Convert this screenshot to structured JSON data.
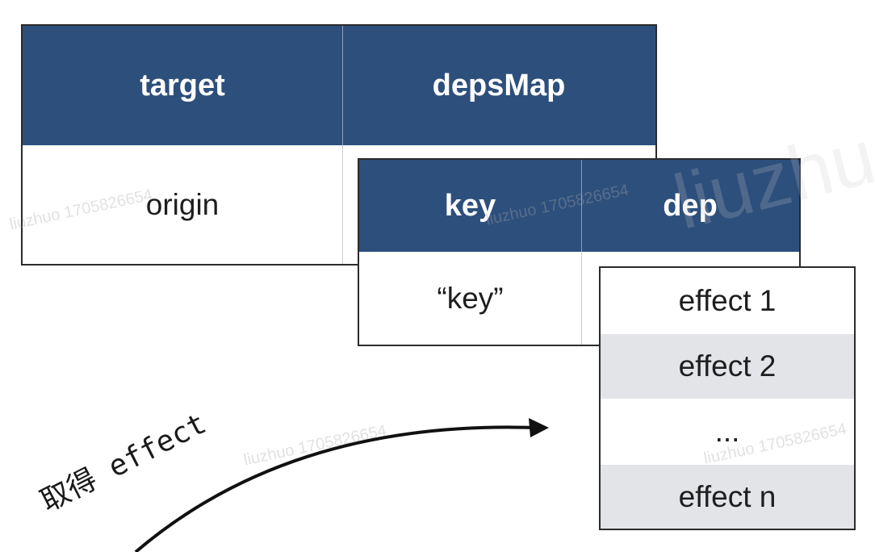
{
  "outer_table": {
    "headers": [
      "target",
      "depsMap"
    ],
    "rows": [
      [
        "origin"
      ]
    ]
  },
  "inner_table": {
    "headers": [
      "key",
      "dep"
    ],
    "rows": [
      [
        "“key”"
      ]
    ]
  },
  "dep_list": {
    "items": [
      "effect 1",
      "effect 2",
      "...",
      "effect n"
    ]
  },
  "arrow": {
    "label": "取得 effect"
  },
  "watermarks": [
    "liuzhuo 1705826654",
    "liuzhuo 1705826654",
    "liuzhuo 1705826654",
    "liuzhuo 1705826654",
    "liuzhuo"
  ],
  "colors": {
    "header_bg": "#2d4f7c",
    "header_text": "#ffffff",
    "row_shade": "#e2e4e8",
    "border": "#2b2b2b"
  }
}
